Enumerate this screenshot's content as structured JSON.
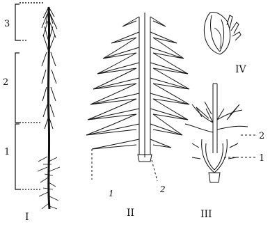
{
  "figure": {
    "panel_labels": {
      "panel_1": "I",
      "panel_2": "II",
      "panel_3": "III",
      "panel_4": "IV"
    },
    "panel_1_brackets": {
      "b3": "3",
      "b2": "2",
      "b1": "1"
    },
    "panel_2_callouts": {
      "c1": "1",
      "c2": "2"
    },
    "panel_3_callouts": {
      "c2": "2",
      "c1": "1"
    }
  }
}
